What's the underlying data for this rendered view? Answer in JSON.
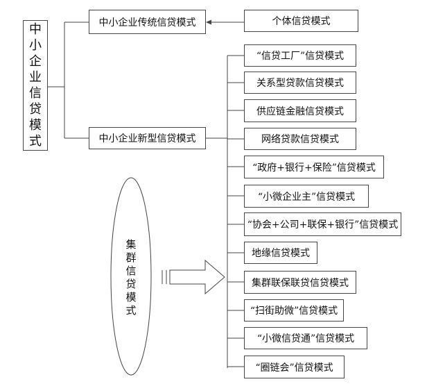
{
  "root_label": [
    "中",
    "小",
    "企",
    "业",
    "信",
    "贷",
    "模",
    "式"
  ],
  "traditional_label": "中小企业传统信贷模式",
  "individual_label": "个体信贷模式",
  "new_label": "中小企业新型信贷模式",
  "new_modes": [
    "“信贷工厂”信贷模式",
    "关系型贷款信贷模式",
    "供应链金融信贷模式",
    "网络贷款信贷模式",
    "“政府+银行+保险”信贷模式",
    "“小微企业主”信贷模式",
    "“协会+公司+联保+银行”信贷模式",
    "地缘信贷模式",
    "集群联保联贷信贷模式",
    "“扫街助微”信贷模式",
    "“小微信贷通”信贷模式",
    "“圈链会”信贷模式"
  ],
  "cluster_label": [
    "集",
    "群",
    "信",
    "贷",
    "模",
    "式"
  ],
  "colors": {
    "line": "#444444",
    "box_fill": "#ffffff",
    "text": "#111111"
  }
}
